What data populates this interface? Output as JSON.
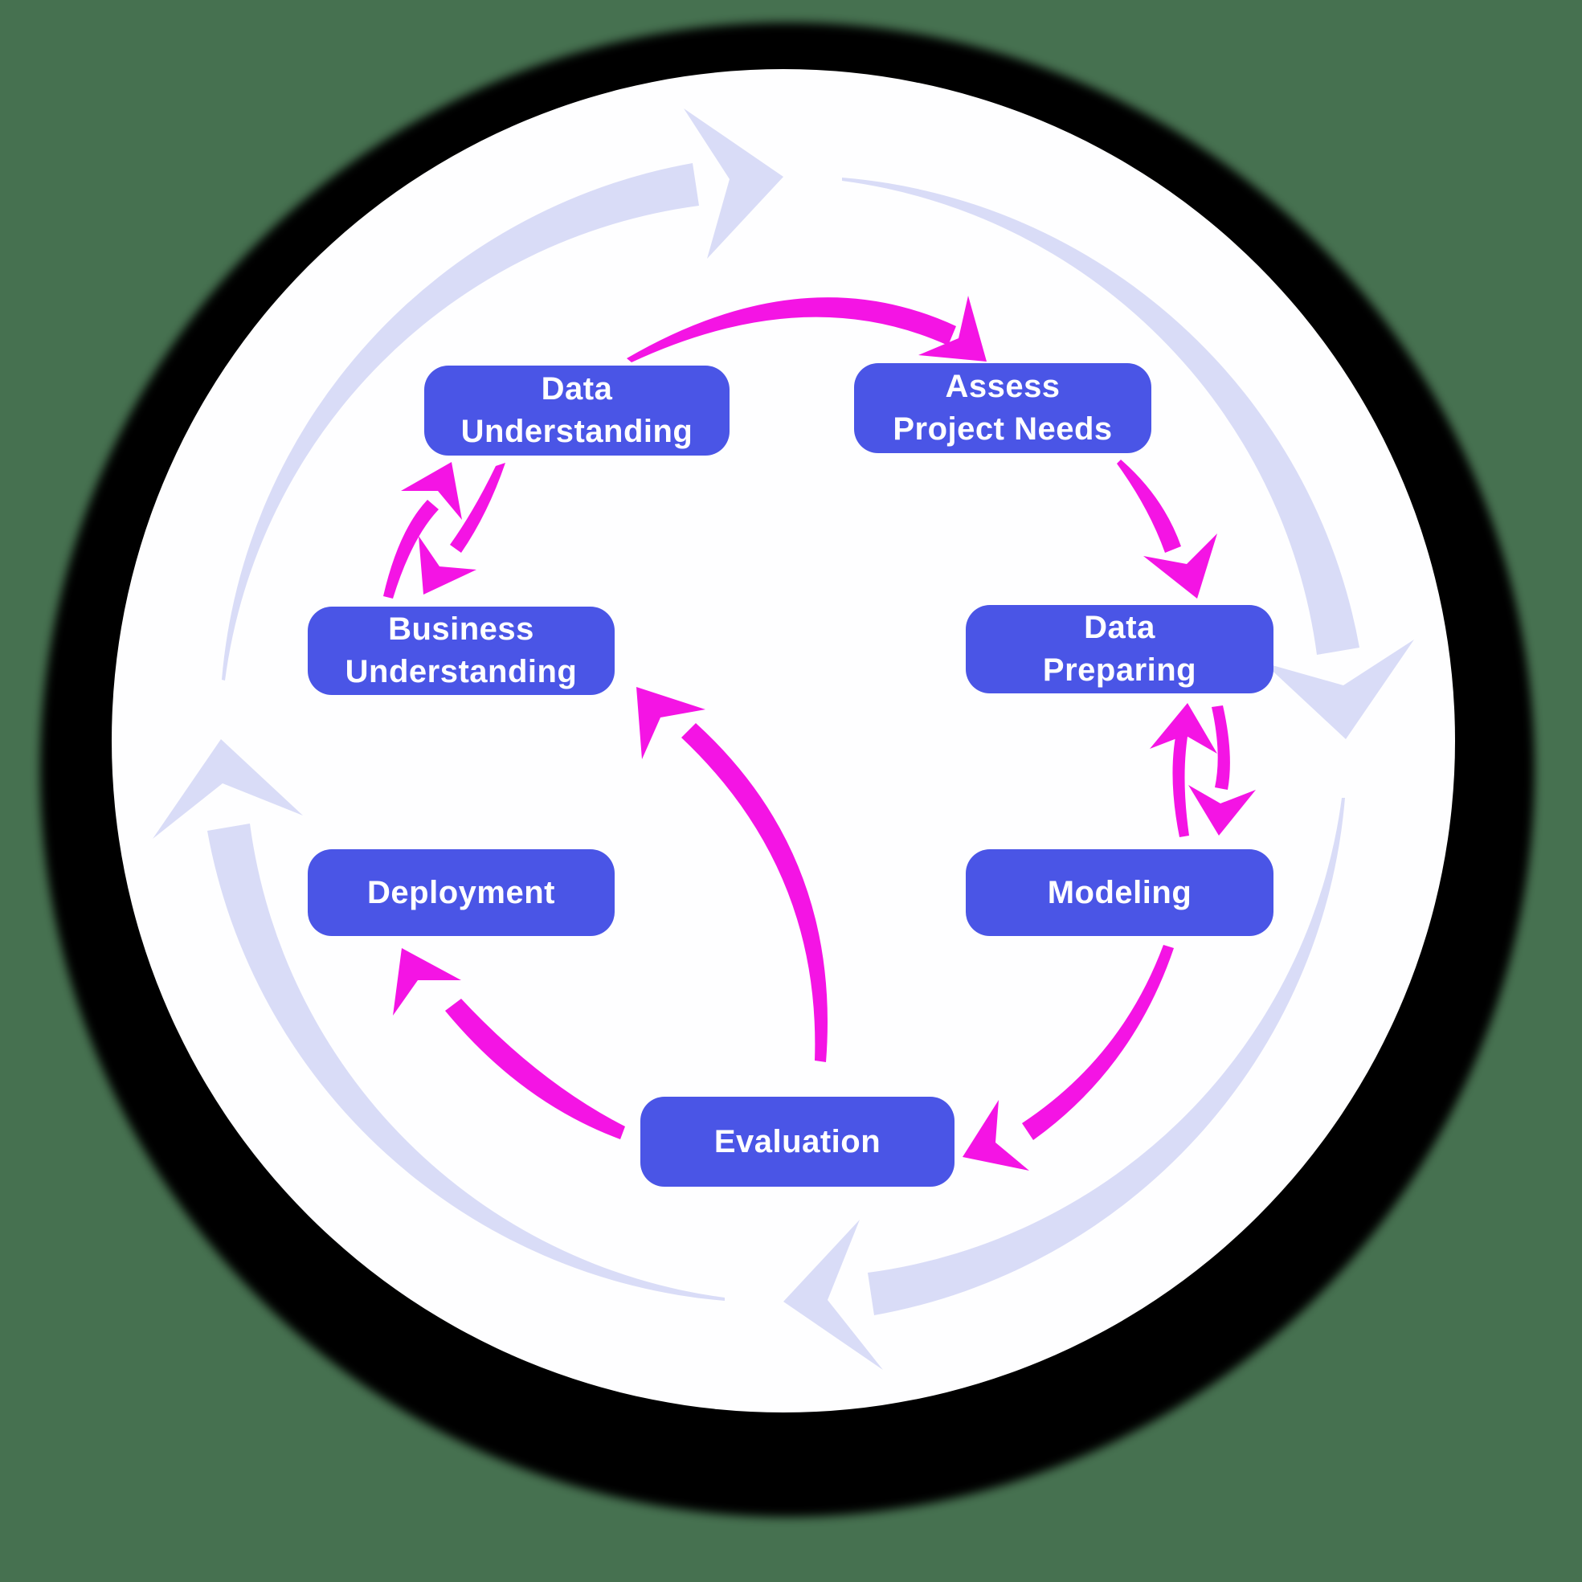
{
  "background": {
    "page_color": "#467150",
    "shadow_ring_color": "#000000",
    "canvas_circle_color": "#ffffff"
  },
  "palette": {
    "node_fill": "#4a55e6",
    "node_text_color": "#ffffff",
    "flow_arrow_color": "#f414e4",
    "cycle_ring_color": "#d9dcf7"
  },
  "nodes": [
    {
      "id": "data-understanding",
      "label": "Data\nUnderstanding"
    },
    {
      "id": "assess-project-needs",
      "label": "Assess\nProject Needs"
    },
    {
      "id": "business-understanding",
      "label": "Business\nUnderstanding"
    },
    {
      "id": "data-preparing",
      "label": "Data\nPreparing"
    },
    {
      "id": "deployment",
      "label": "Deployment"
    },
    {
      "id": "modeling",
      "label": "Modeling"
    },
    {
      "id": "evaluation",
      "label": "Evaluation"
    }
  ],
  "connections": [
    {
      "from": "Data Understanding",
      "to": "Assess Project Needs",
      "type": "one-way"
    },
    {
      "from": "Assess Project Needs",
      "to": "Data Preparing",
      "type": "one-way"
    },
    {
      "from": "Data Understanding",
      "to": "Business Understanding",
      "type": "two-way"
    },
    {
      "from": "Data Preparing",
      "to": "Modeling",
      "type": "two-way"
    },
    {
      "from": "Modeling",
      "to": "Evaluation",
      "type": "one-way"
    },
    {
      "from": "Evaluation",
      "to": "Deployment",
      "type": "one-way"
    },
    {
      "from": "Evaluation",
      "to": "Business Understanding",
      "type": "one-way"
    }
  ],
  "cycle_ring": {
    "direction": "clockwise",
    "arrowhead_count": 4
  }
}
